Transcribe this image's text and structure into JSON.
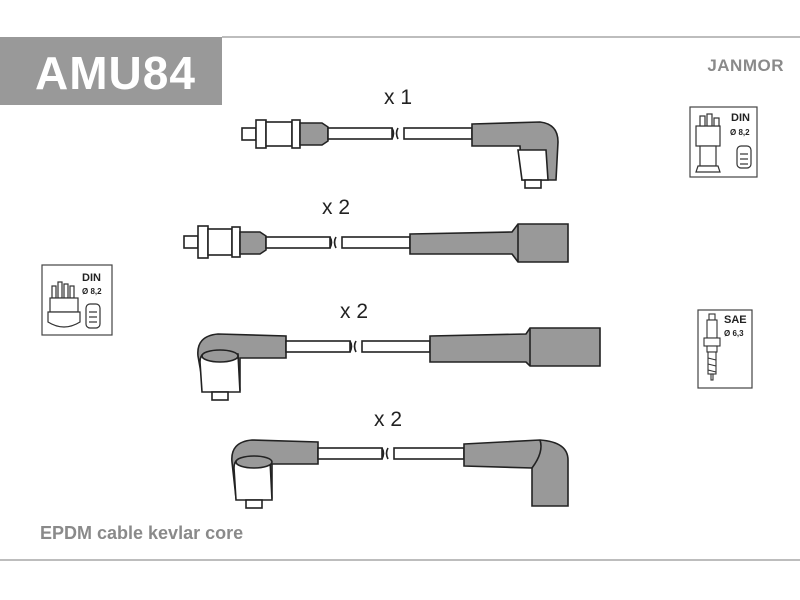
{
  "header": {
    "code": "AMU84",
    "brand": "JANMOR"
  },
  "cables": [
    {
      "quantity": "x 1"
    },
    {
      "quantity": "x 2"
    },
    {
      "quantity": "x 2"
    },
    {
      "quantity": "x 2"
    }
  ],
  "badges": {
    "distributor_right": {
      "standard": "DIN",
      "diameter": "Ø 8,2"
    },
    "distributor_left": {
      "standard": "DIN",
      "diameter": "Ø 8,2"
    },
    "spark_plug": {
      "standard": "SAE",
      "diameter": "Ø 6,3"
    }
  },
  "footer": {
    "note": "EPDM cable kevlar core"
  },
  "colors": {
    "code_box": "#999999",
    "boot_fill": "#999999",
    "outline": "#222222",
    "muted_text": "#8a8a8a"
  }
}
